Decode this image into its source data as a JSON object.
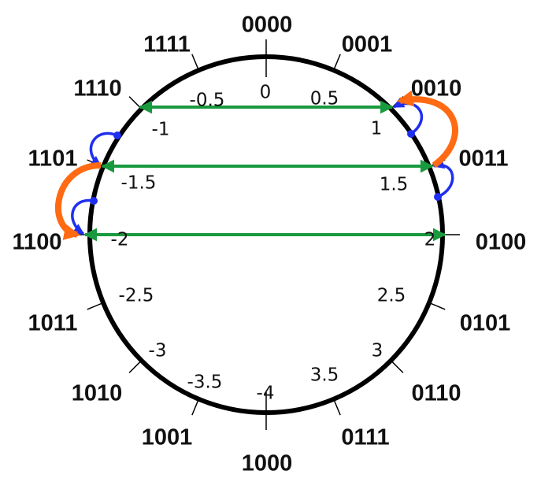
{
  "diagram": {
    "positions": [
      {
        "code": "0000",
        "value": "0"
      },
      {
        "code": "0001",
        "value": "0.5"
      },
      {
        "code": "0010",
        "value": "1"
      },
      {
        "code": "0011",
        "value": "1.5"
      },
      {
        "code": "0100",
        "value": "2"
      },
      {
        "code": "0101",
        "value": "2.5"
      },
      {
        "code": "0110",
        "value": "3"
      },
      {
        "code": "0111",
        "value": "3.5"
      },
      {
        "code": "1000",
        "value": "-4"
      },
      {
        "code": "1001",
        "value": "-3.5"
      },
      {
        "code": "1010",
        "value": "-3"
      },
      {
        "code": "1011",
        "value": "-2.5"
      },
      {
        "code": "1100",
        "value": "-2"
      },
      {
        "code": "1101",
        "value": "-1.5"
      },
      {
        "code": "1110",
        "value": "-1"
      },
      {
        "code": "1111",
        "value": "-0.5"
      }
    ],
    "colors": {
      "circle": "#000000",
      "text": "#111111",
      "horizontal_arrows": "#1a9a3e",
      "small_curved_arrows": "#1f2ff0",
      "large_curved_arrows": "#ff6a13"
    }
  }
}
